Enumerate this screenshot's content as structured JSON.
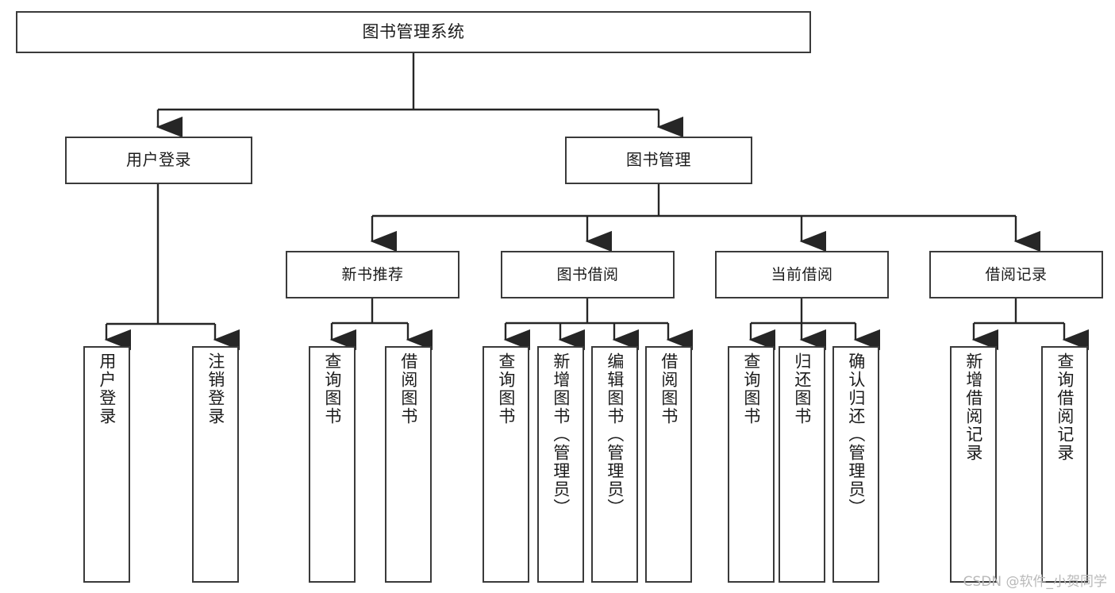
{
  "diagram": {
    "title": "图书管理系统",
    "type": "tree-hierarchy",
    "watermark": "CSDN @软件_小贺同学",
    "colors": {
      "box_border": "#3a3a3a",
      "box_fill": "#ffffff",
      "connector": "#262626",
      "text": "#1b1b1b",
      "watermark": "#b9b9b9",
      "background": "#ffffff"
    }
  },
  "root": {
    "label": "图书管理系统"
  },
  "level1": [
    {
      "label": "用户登录"
    },
    {
      "label": "图书管理"
    }
  ],
  "level2": [
    {
      "label": "新书推荐"
    },
    {
      "label": "图书借阅"
    },
    {
      "label": "当前借阅"
    },
    {
      "label": "借阅记录"
    }
  ],
  "leaves": {
    "user_login": [
      {
        "label": "用户登录"
      },
      {
        "label": "注销登录"
      }
    ],
    "new_book": [
      {
        "label": "查询图书"
      },
      {
        "label": "借阅图书"
      }
    ],
    "book_borrow": [
      {
        "label": "查询图书"
      },
      {
        "label": "新增图书（管理员）"
      },
      {
        "label": "编辑图书（管理员）"
      },
      {
        "label": "借阅图书"
      }
    ],
    "current_borrow": [
      {
        "label": "查询图书"
      },
      {
        "label": "归还图书"
      },
      {
        "label": "确认归还（管理员）"
      }
    ],
    "borrow_record": [
      {
        "label": "新增借阅记录"
      },
      {
        "label": "查询借阅记录"
      }
    ]
  }
}
